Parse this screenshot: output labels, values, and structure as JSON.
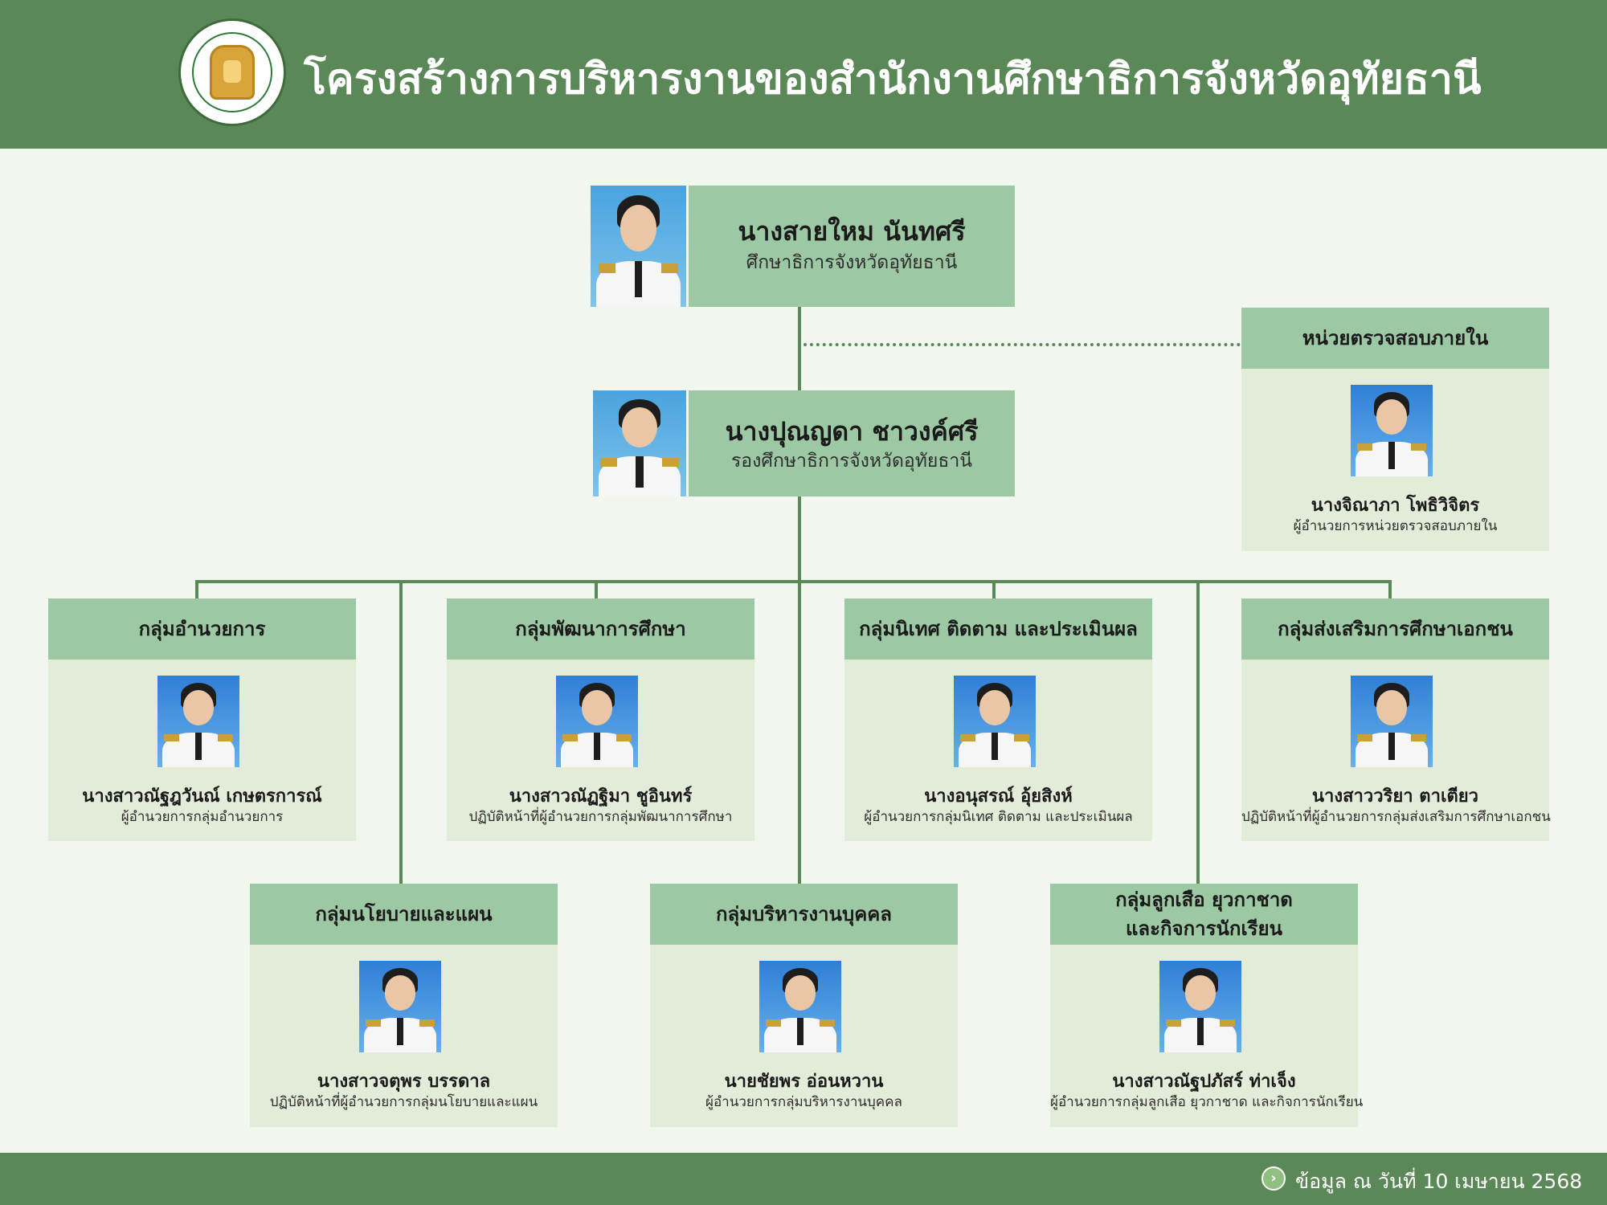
{
  "header": {
    "title": "โครงสร้างการบริหารงานของสำนักงานศึกษาธิการจังหวัดอุทัยธานี",
    "logo_icon": "office-emblem-logo"
  },
  "colors": {
    "header_green": "#5b8857",
    "card_green": "#9dc8a4",
    "box_bg": "#e3ecd8",
    "page_bg": "#f1f7ee"
  },
  "top": {
    "name": "นางสายใหม นันทศรี",
    "position": "ศึกษาธิการจังหวัดอุทัยธานี"
  },
  "deputy": {
    "name": "นางปุณญดา ชาวงค์ศรี",
    "position": "รองศึกษาธิการจังหวัดอุทัยธานี"
  },
  "audit": {
    "group": "หน่วยตรวจสอบภายใน",
    "name": "นางจิณาภา โพธิวิจิตร",
    "position": "ผู้อำนวยการหน่วยตรวจสอบภายใน"
  },
  "groups": [
    {
      "group": "กลุ่มอำนวยการ",
      "name": "นางสาวณัฐฎวันณ์ เกษตรการณ์",
      "position": "ผู้อำนวยการกลุ่มอำนวยการ"
    },
    {
      "group": "กลุ่มพัฒนาการศึกษา",
      "name": "นางสาวณัฏฐิมา ชูอินทร์",
      "position": "ปฏิบัติหน้าที่ผู้อำนวยการกลุ่มพัฒนาการศึกษา"
    },
    {
      "group": "กลุ่มนิเทศ ติดตาม และประเมินผล",
      "name": "นางอนุสรณ์ อุ้ยสิงห์",
      "position": "ผู้อำนวยการกลุ่มนิเทศ ติดตาม และประเมินผล"
    },
    {
      "group": "กลุ่มส่งเสริมการศึกษาเอกชน",
      "name": "นางสาววริยา ตาเตียว",
      "position": "ปฏิบัติหน้าที่ผู้อำนวยการกลุ่มส่งเสริมการศึกษาเอกชน"
    },
    {
      "group": "กลุ่มนโยบายและแผน",
      "name": "นางสาวจตุพร บรรดาล",
      "position": "ปฏิบัติหน้าที่ผู้อำนวยการกลุ่มนโยบายและแผน"
    },
    {
      "group": "กลุ่มบริหารงานบุคคล",
      "name": "นายชัยพร อ่อนหวาน",
      "position": "ผู้อำนวยการกลุ่มบริหารงานบุคคล"
    },
    {
      "group": "กลุ่มลูกเสือ ยุวกาชาด\nและกิจการนักเรียน",
      "name": "นางสาวณัฐปภัสร์ ท่าเจ็ง",
      "position": "ผู้อำนวยการกลุ่มลูกเสือ ยุวกาชาด และกิจการนักเรียน"
    }
  ],
  "footer": {
    "text": "ข้อมูล ณ วันที่ 10 เมษายน 2568",
    "icon": "chevron-right-circle-icon"
  }
}
